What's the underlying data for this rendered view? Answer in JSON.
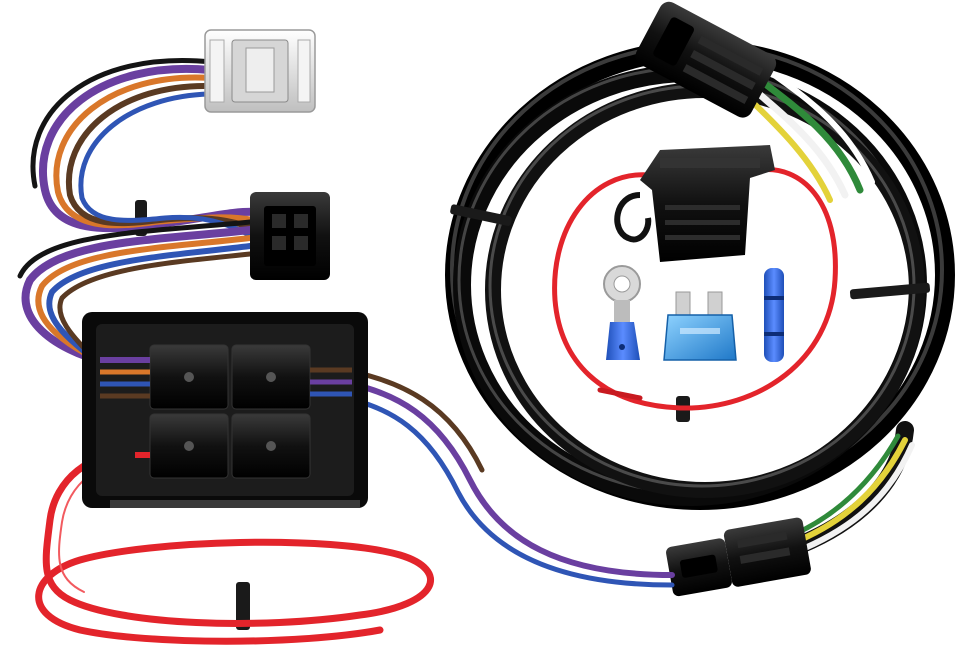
{
  "product": {
    "items": [
      {
        "name": "trailer-wiring-harness"
      },
      {
        "name": "relay-module"
      },
      {
        "name": "four-pin-flat-connector"
      },
      {
        "name": "inline-fuse-holder"
      },
      {
        "name": "blade-fuse"
      },
      {
        "name": "ring-terminal"
      },
      {
        "name": "butt-splice-connector"
      }
    ]
  },
  "colors": {
    "harness_black": "#141414",
    "power_red": "#e3242b",
    "wire_purple": "#6a3fa0",
    "wire_orange": "#d9772a",
    "wire_blue": "#2f55b5",
    "wire_brown": "#5a3a22",
    "wire_green": "#2f8a3a",
    "wire_yellow": "#e3d23a",
    "wire_white": "#f2f2f2",
    "connector_white": "#e9e9e9",
    "fuse_blue": "#3aa0e6",
    "terminal_blue": "#2f6fe0",
    "terminal_silver": "#c8c8c8"
  }
}
